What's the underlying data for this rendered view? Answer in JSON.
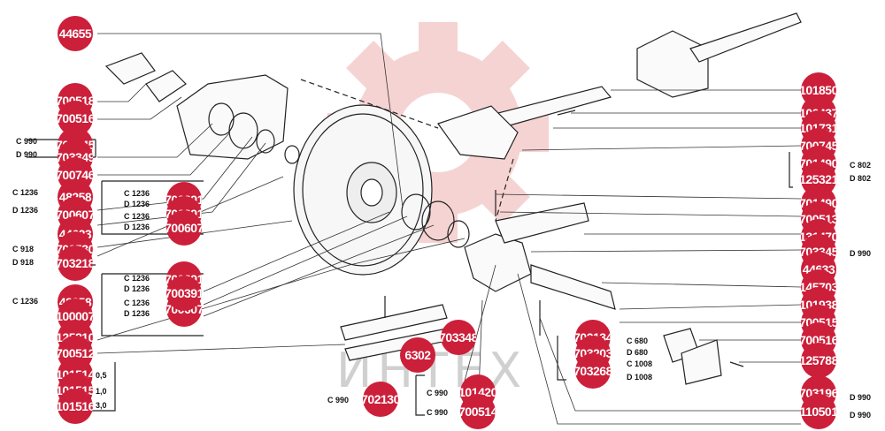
{
  "watermark": {
    "text": "ИНТЕХ",
    "gear_color": "#f3c5c5",
    "text_color": "#d0d0d0"
  },
  "colors": {
    "badge": "#cc1f3a",
    "badge_text": "#ffffff",
    "line": "#222222"
  },
  "left_badges": [
    "44655",
    "700518",
    "700516",
    "700745",
    "703349",
    "700746",
    "48258",
    "700607",
    "44623",
    "700530",
    "703218",
    "48258",
    "100007",
    "125810",
    "700512",
    "101514",
    "101515",
    "101516"
  ],
  "right_badges": [
    "101850",
    "100437",
    "101731",
    "700745",
    "701490",
    "125321",
    "701490",
    "700513",
    "131470",
    "703345",
    "44633",
    "145703",
    "101938",
    "700515",
    "700516",
    "125788",
    "703196",
    "110501"
  ],
  "inner_badges": [
    "700391",
    "700391",
    "700607",
    "700391",
    "700607",
    "700391",
    "702134",
    "703203",
    "703268",
    "703348",
    "6302",
    "702130",
    "101420",
    "700514"
  ],
  "labels": {
    "c990": "C 990",
    "d990": "D 990",
    "c1236": "C 1236",
    "d1236": "D 1236",
    "c918": "C 918",
    "d918": "D 918",
    "c802": "C 802",
    "d802": "D 802",
    "c680": "C 680",
    "d680": "D 680",
    "c1008": "C 1008",
    "d1008": "D 1008",
    "v05": "0,5",
    "v10": "1,0",
    "v30": "3,0"
  }
}
